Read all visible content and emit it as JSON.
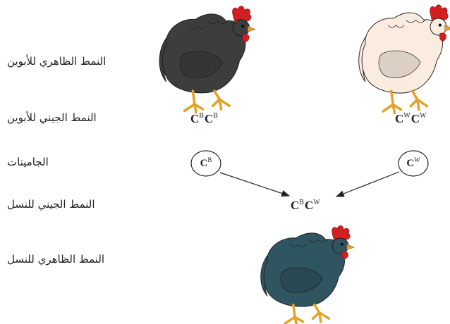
{
  "labels": {
    "parents_phenotype": "النمط الظاهري للأبوين",
    "parents_genotype": "النمط الجيني للأبوين",
    "gametes": "الجاميتات",
    "offspring_genotype": "النمط الجيني للنسل",
    "offspring_phenotype": "النمط الظاهري للنسل"
  },
  "genotypes": {
    "black_parent": {
      "allele": "C",
      "sup1": "B",
      "sup2": "B"
    },
    "white_parent": {
      "allele": "C",
      "sup1": "W",
      "sup2": "W"
    },
    "offspring": {
      "allele": "C",
      "sup1": "B",
      "sup2": "W"
    }
  },
  "gametes": {
    "left": {
      "allele": "C",
      "sup": "B"
    },
    "right": {
      "allele": "C",
      "sup": "W"
    }
  },
  "colors": {
    "black_hen": "#3d3d3d",
    "white_hen": "#fbece0",
    "offspring_hen": "#2f5560",
    "comb": "#d31f1f",
    "legs": "#e3a227"
  },
  "icons": {
    "black_parent": "black-hen-icon",
    "white_parent": "white-hen-icon",
    "offspring": "blue-hen-icon"
  }
}
